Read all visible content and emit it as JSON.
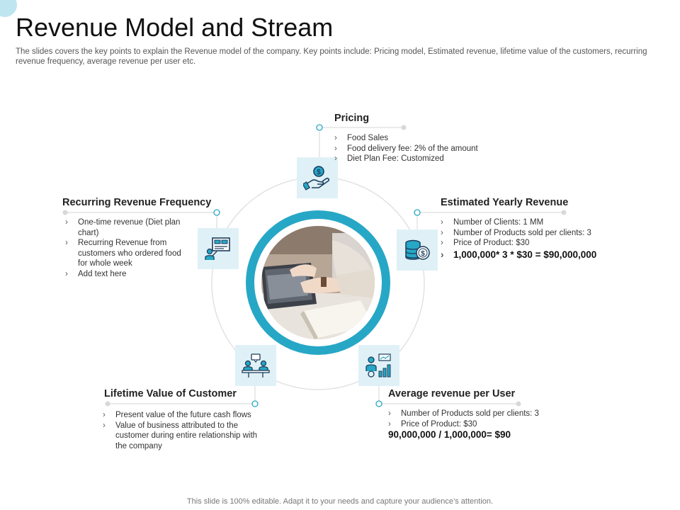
{
  "header": {
    "title": "Revenue Model and Stream",
    "subtitle": "The slides covers the key points to explain the Revenue model of the company. Key points include: Pricing model, Estimated revenue, lifetime value of the customers, recurring revenue frequency, average revenue per user etc."
  },
  "colors": {
    "accent": "#27a7c6",
    "icon_bg": "#dff1f7",
    "icon_stroke": "#1d3d5c"
  },
  "sections": {
    "pricing": {
      "heading": "Pricing",
      "icon": "money-hand-icon",
      "points": [
        "Food Sales",
        "Food delivery fee: 2% of the amount",
        "Diet Plan Fee: Customized"
      ]
    },
    "estimated": {
      "heading": "Estimated Yearly Revenue",
      "icon": "coin-stack-icon",
      "points": [
        "Number of Clients: 1 MM",
        "Number of Products sold per clients: 3",
        "Price of Product: $30",
        "1,000,000* 3 * $30 = $90,000,000"
      ]
    },
    "recurring": {
      "heading": "Recurring Revenue Frequency",
      "icon": "presenter-board-icon",
      "points": [
        "One-time revenue (Diet plan chart)",
        "Recurring Revenue from customers who ordered food for whole week",
        "Add text here"
      ]
    },
    "lifetime": {
      "heading": "Lifetime Value of Customer",
      "icon": "meeting-table-icon",
      "points": [
        "Present value of the future cash flows",
        "Value of business attributed to the customer during entire relationship with the company"
      ]
    },
    "average": {
      "heading": "Average revenue per User",
      "icon": "analyst-chart-icon",
      "points": [
        "Number of Products sold per clients: 3",
        "Price of Product: $30"
      ],
      "formula": "90,000,000 / 1,000,000= $90"
    }
  },
  "footer": "This slide is 100% editable. Adapt it to your needs and capture your audience’s attention."
}
